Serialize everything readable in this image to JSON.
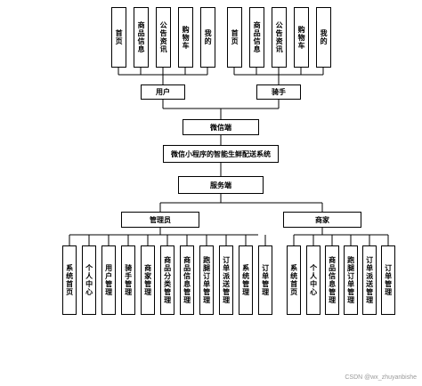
{
  "client_top": {
    "user_children": [
      "首页",
      "商品信息",
      "公告资讯",
      "购物车",
      "我的"
    ],
    "rider_children": [
      "首页",
      "商品信息",
      "公告资讯",
      "购物车",
      "我的"
    ],
    "user": "用户",
    "rider": "骑手",
    "client": "微信端"
  },
  "system_title": "微信小程序的智能生鲜配送系统",
  "server": "服务端",
  "admin": {
    "label": "管理员",
    "children": [
      "系统首页",
      "个人中心",
      "用户管理",
      "骑手管理",
      "商家管理",
      "商品分类管理",
      "商品信息管理",
      "跑腿订单管理",
      "订单派送管理",
      "系统管理",
      "订单管理"
    ]
  },
  "merchant": {
    "label": "商家",
    "children": [
      "系统首页",
      "个人中心",
      "商品信息管理",
      "跑腿订单管理",
      "订单派送管理",
      "订单管理"
    ]
  },
  "watermark": "CSDN @wx_zhuyanbishe"
}
